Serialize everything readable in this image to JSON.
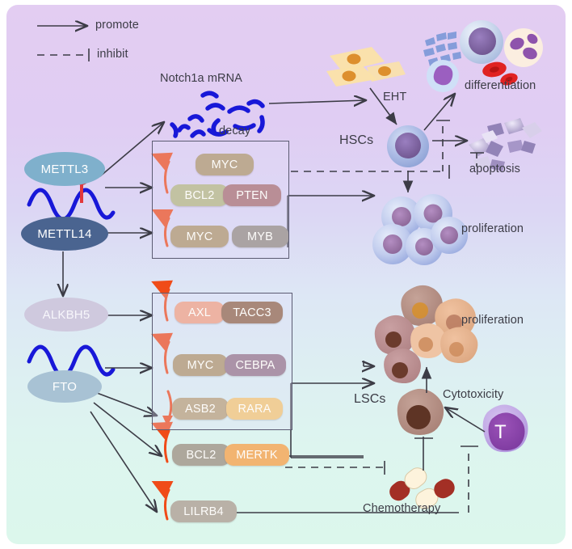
{
  "legend": {
    "promote": "promote",
    "inhibit": "inhibit"
  },
  "writers": [
    {
      "id": "mettl3",
      "label": "METTL3",
      "color": "#7fb0cc"
    },
    {
      "id": "mettl14",
      "label": "METTL14",
      "color": "#4a6490"
    },
    {
      "id": "alkbh5",
      "label": "ALKBH5",
      "color": "#cfc9de"
    },
    {
      "id": "fto",
      "label": "FTO",
      "color": "#a8c2d4"
    }
  ],
  "rna": {
    "notch_label": "Notch1a mRNA",
    "decay_label": "decay",
    "strand_color": "#1818d8"
  },
  "gene_box_top": {
    "genes": [
      {
        "label": "MYC",
        "color": "#bdaa92"
      },
      {
        "label": "BCL2",
        "color": "#c2c2a2"
      },
      {
        "label": "PTEN",
        "color": "#b98e96"
      },
      {
        "label": "MYC",
        "color": "#bdaa92"
      },
      {
        "label": "MYB",
        "color": "#aaa3a3"
      }
    ]
  },
  "gene_box_bottom": {
    "genes": [
      {
        "label": "AXL",
        "color": "#edb3a3"
      },
      {
        "label": "TACC3",
        "color": "#a8887a"
      },
      {
        "label": "MYC",
        "color": "#bdaa92"
      },
      {
        "label": "CEBPA",
        "color": "#ab93a8"
      },
      {
        "label": "ASB2",
        "color": "#c4b39c"
      },
      {
        "label": "RARA",
        "color": "#f0ce97"
      }
    ]
  },
  "gene_extra": [
    {
      "label": "BCL2",
      "color": "#ada79c"
    },
    {
      "label": "MERTK",
      "color": "#f2b471"
    },
    {
      "label": "LILRB4",
      "color": "#b9b1a7"
    }
  ],
  "cells": {
    "hsc_label": "HSCs",
    "lsc_label": "LSCs",
    "eht_label": "EHT",
    "t_cell_label": "T"
  },
  "outcomes": {
    "differentiation": "differentiation",
    "apoptosis": "apoptosis",
    "proliferation_hsc": "proliferation",
    "proliferation_lsc": "proliferation",
    "cytotoxicity": "Cytotoxicity",
    "chemotherapy": "Chemotherapy"
  },
  "colors": {
    "arrow": "#3c3c46",
    "up_arrow": "#f04b18",
    "accent_red": "#e2373a"
  }
}
